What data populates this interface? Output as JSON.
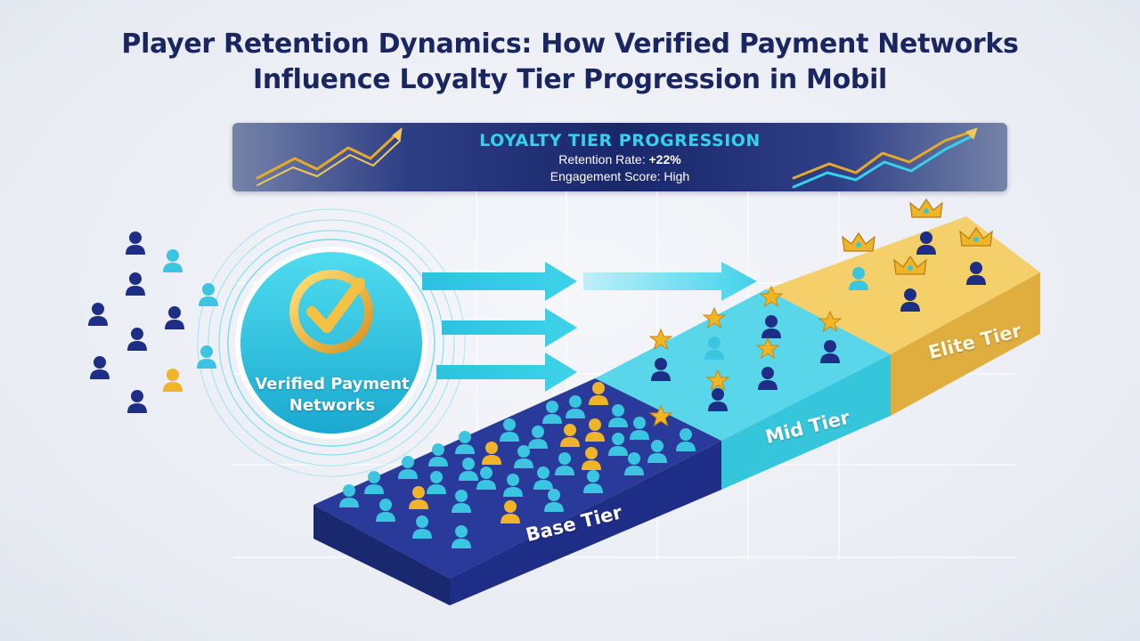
{
  "title": {
    "line1": "Player Retention Dynamics: How Verified Payment Networks",
    "line2": "Influence Loyalty Tier Progression in Mobil"
  },
  "banner": {
    "heading": "LOYALTY TIER PROGRESSION",
    "retention_label": "Retention Rate:",
    "retention_value": "+22%",
    "engagement_label": "Engagement Score:",
    "engagement_value": "High"
  },
  "hub": {
    "label_line1": "Verified Payment",
    "label_line2": "Networks",
    "icon": "check-badge-icon"
  },
  "tiers": {
    "base": "Base Tier",
    "mid": "Mid Tier",
    "elite": "Elite Tier"
  },
  "colors": {
    "title": "#1a2660",
    "banner_heading": "#35d2ee",
    "base_tier": "#1e2e86",
    "mid_tier": "#36c6dc",
    "elite_tier": "#e0ae3e",
    "accent_gold": "#f0b429"
  },
  "icons": [
    "person-icon",
    "star-icon",
    "crown-icon",
    "arrow-right-icon",
    "trend-arrow-icon"
  ]
}
